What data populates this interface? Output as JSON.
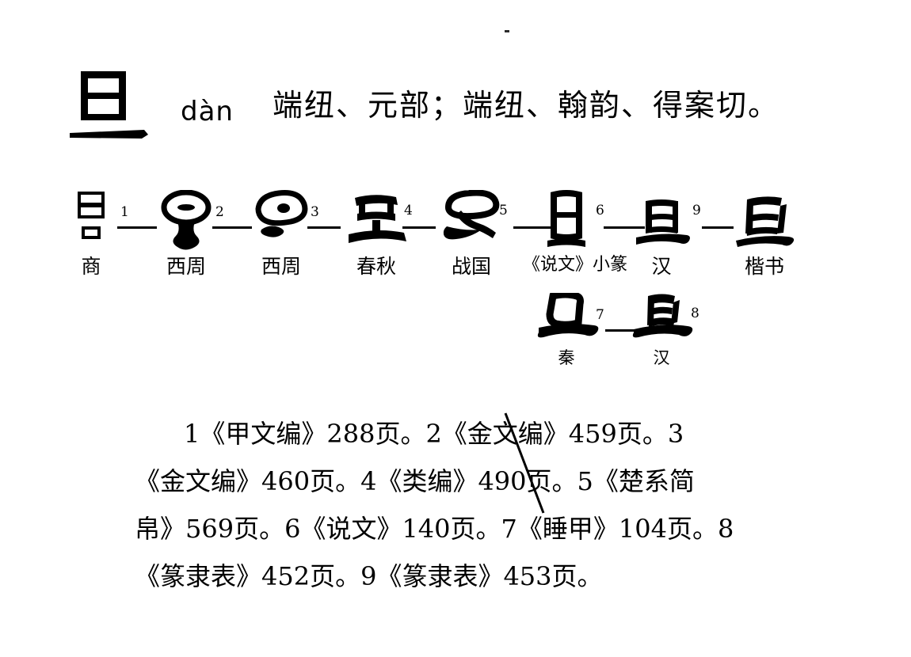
{
  "entry": {
    "headword": "旦",
    "pinyin": "dàn",
    "phonology": "端纽、元部；端纽、翰韵、得案切。"
  },
  "evolution": {
    "row1": [
      {
        "index": "1",
        "era": "商",
        "glyph": "旦",
        "script": "oracle-bone"
      },
      {
        "index": "2",
        "era": "西周",
        "glyph": "旦",
        "script": "bronze-early"
      },
      {
        "index": "3",
        "era": "西周",
        "glyph": "旦",
        "script": "bronze-late"
      },
      {
        "index": "4",
        "era": "春秋",
        "glyph": "旦",
        "script": "spring-autumn"
      },
      {
        "index": "5",
        "era": "战国",
        "glyph": "旦",
        "script": "warring-states"
      },
      {
        "index": "6",
        "era": "《说文》小篆",
        "glyph": "旦",
        "script": "small-seal"
      },
      {
        "index": "9",
        "era": "汉",
        "glyph": "旦",
        "script": "han-clerical"
      },
      {
        "index": "",
        "era": "楷书",
        "glyph": "旦",
        "script": "regular-kaishu"
      }
    ],
    "row2": [
      {
        "index": "7",
        "era": "秦",
        "glyph": "旦",
        "script": "qin-clerical"
      },
      {
        "index": "8",
        "era": "汉",
        "glyph": "旦",
        "script": "han-clerical-2"
      }
    ]
  },
  "footnotes": {
    "lines": [
      "1《甲文编》288页。2《金文编》459页。3",
      "《金文编》460页。4《类编》490页。5《楚系简",
      "帛》569页。6《说文》140页。7《睡甲》104页。8",
      "《篆隶表》452页。9《篆隶表》453页。"
    ],
    "refs": [
      {
        "no": "1",
        "source": "《甲文编》",
        "page": "288页"
      },
      {
        "no": "2",
        "source": "《金文编》",
        "page": "459页"
      },
      {
        "no": "3",
        "source": "《金文编》",
        "page": "460页"
      },
      {
        "no": "4",
        "source": "《类编》",
        "page": "490页"
      },
      {
        "no": "5",
        "source": "《楚系简帛》",
        "page": "569页"
      },
      {
        "no": "6",
        "source": "《说文》",
        "page": "140页"
      },
      {
        "no": "7",
        "source": "《睡甲》",
        "page": "104页"
      },
      {
        "no": "8",
        "source": "《篆隶表》",
        "page": "452页"
      },
      {
        "no": "9",
        "source": "《篆隶表》",
        "page": "453页"
      }
    ]
  },
  "colors": {
    "ink": "#000000",
    "paper": "#ffffff"
  }
}
